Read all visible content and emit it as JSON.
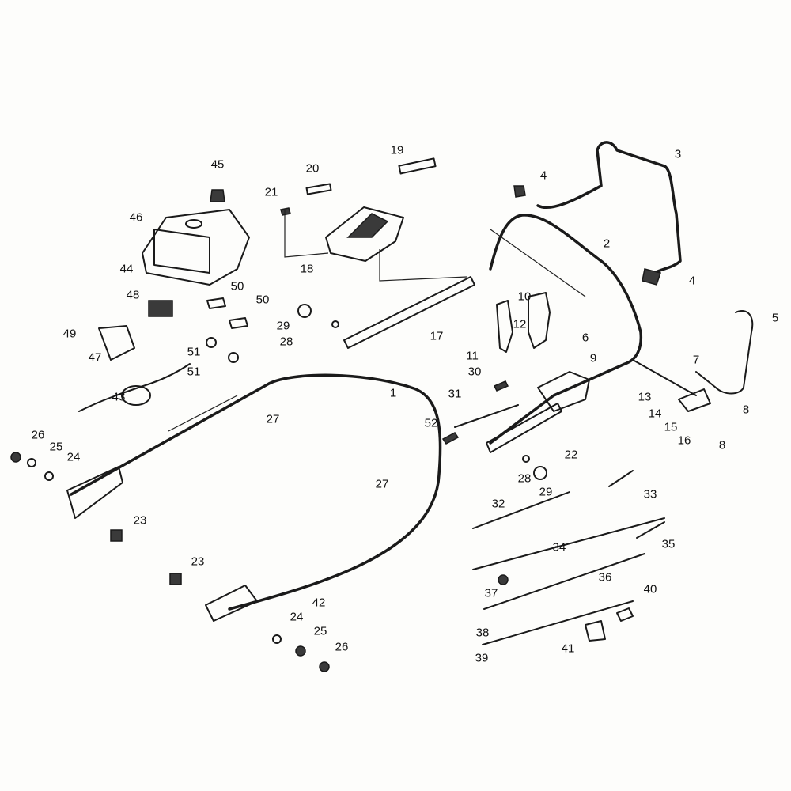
{
  "diagram": {
    "type": "exploded-parts-diagram",
    "callouts": [
      "45",
      "46",
      "44",
      "20",
      "21",
      "19",
      "18",
      "3",
      "4",
      "4",
      "2",
      "5",
      "10",
      "12",
      "17",
      "11",
      "6",
      "9",
      "7",
      "13",
      "14",
      "15",
      "16",
      "8",
      "8",
      "30",
      "31",
      "52",
      "22",
      "28",
      "29",
      "33",
      "32",
      "34",
      "35",
      "36",
      "37",
      "40",
      "38",
      "39",
      "41",
      "48",
      "50",
      "50",
      "49",
      "51",
      "51",
      "47",
      "29",
      "28",
      "43",
      "1",
      "27",
      "27",
      "26",
      "25",
      "24",
      "23",
      "23",
      "42",
      "24",
      "25",
      "26"
    ]
  }
}
